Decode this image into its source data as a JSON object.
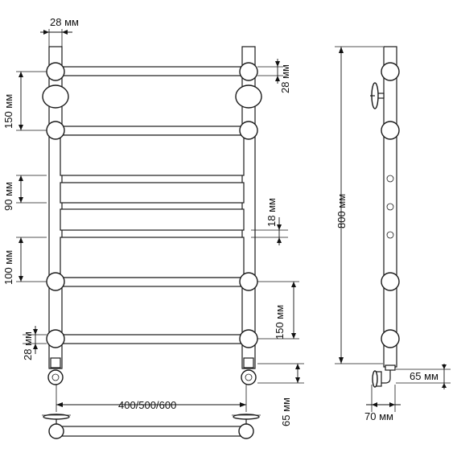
{
  "drawing": {
    "top_tube": "28 мм",
    "top_rail_gap": "28 мм",
    "upper_spacing": "150 мм",
    "mid_spacing": "90 мм",
    "rail_gap": "18 мм",
    "lower_spacing": "100 мм",
    "bottom_spacing": "150 мм",
    "bottom_rail": "28 мм",
    "width_options": "400/500/600",
    "connection_height": "65 мм",
    "height_total": "800 мм",
    "side_connection": "65 мм",
    "wall_offset": "70 мм"
  }
}
